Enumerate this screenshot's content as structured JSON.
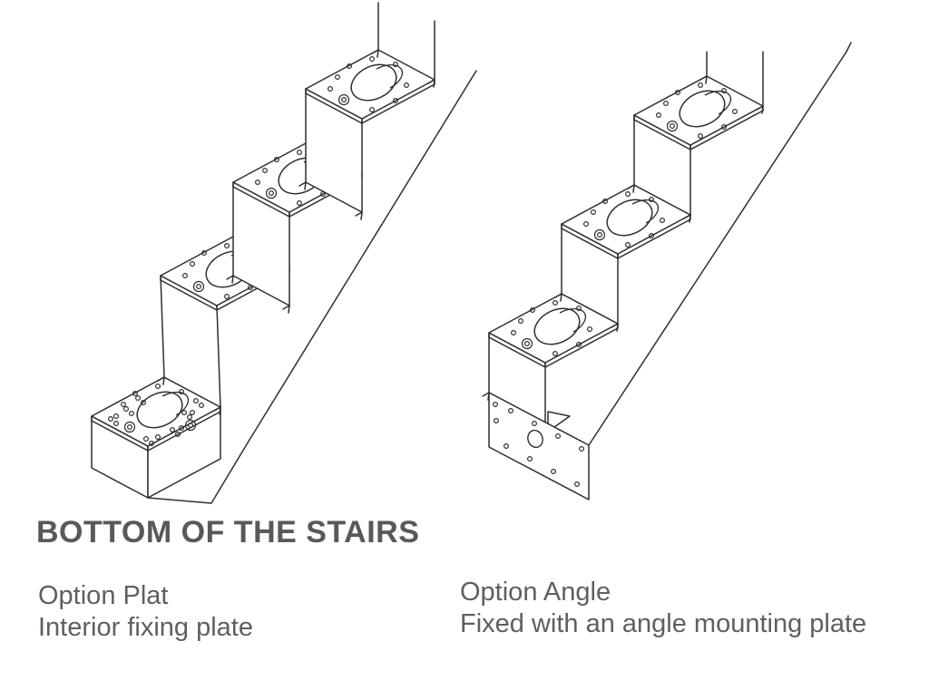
{
  "title": {
    "text": "BOTTOM OF THE STAIRS"
  },
  "captions": {
    "left": {
      "line1": "Option Plat",
      "line2": "Interior fixing plate"
    },
    "right": {
      "line1": "Option Angle",
      "line2": "Fixed with an angle mounting plate"
    }
  },
  "figures": {
    "left": {
      "subject": "stair stringer bottom with interior fixing plate",
      "steps_visible": 4
    },
    "right": {
      "subject": "stair stringer bottom with angle mounting plate",
      "steps_visible": 3
    }
  },
  "colors": {
    "background": "#ffffff",
    "line": "#2f2f2f",
    "heading_text": "#595959",
    "caption_text": "#5f5f5f"
  }
}
